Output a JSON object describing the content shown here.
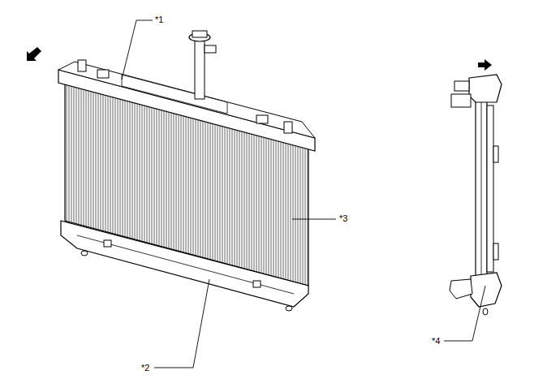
{
  "diagram": {
    "labels": [
      "*1",
      "*2",
      "*3",
      "*4"
    ]
  }
}
